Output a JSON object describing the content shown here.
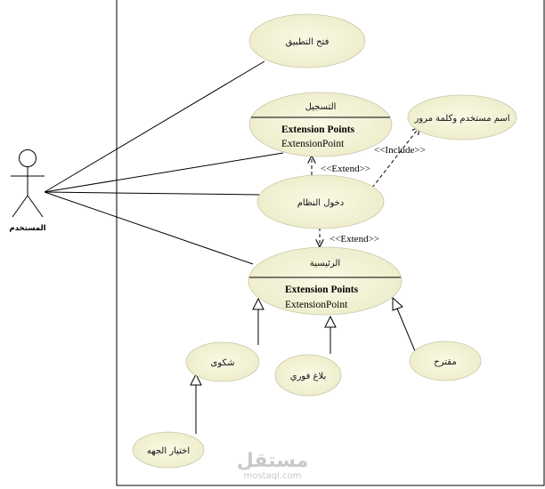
{
  "diagram": {
    "actor": {
      "name": "المستخدم"
    },
    "use_cases": {
      "open_app": "فتح التطبيق",
      "register": "التسجيل",
      "credentials": "اسم مستخدم وكلمة مرور",
      "login": "دخول النظام",
      "home": "الرئيسية",
      "complaint": "شكوى",
      "instant_report": "بلاغ فوري",
      "suggestion": "مقترح",
      "choose_agency": "اختيار الجهه"
    },
    "extension_points": {
      "register": {
        "title": "Extension Points",
        "item": "ExtensionPoint"
      },
      "home": {
        "title": "Extension Points",
        "item": "ExtensionPoint"
      }
    },
    "stereotypes": {
      "login_extend_register": "<<Extend>>",
      "login_include_credentials": "<<Include>>",
      "login_extend_home": "<<Extend>>"
    }
  },
  "watermark": {
    "main": "مستقل",
    "sub": "mostaql.com"
  },
  "colors": {
    "usecase_fill": "#f2f2d6",
    "line": "#000000",
    "watermark": "#c9c9c9"
  }
}
